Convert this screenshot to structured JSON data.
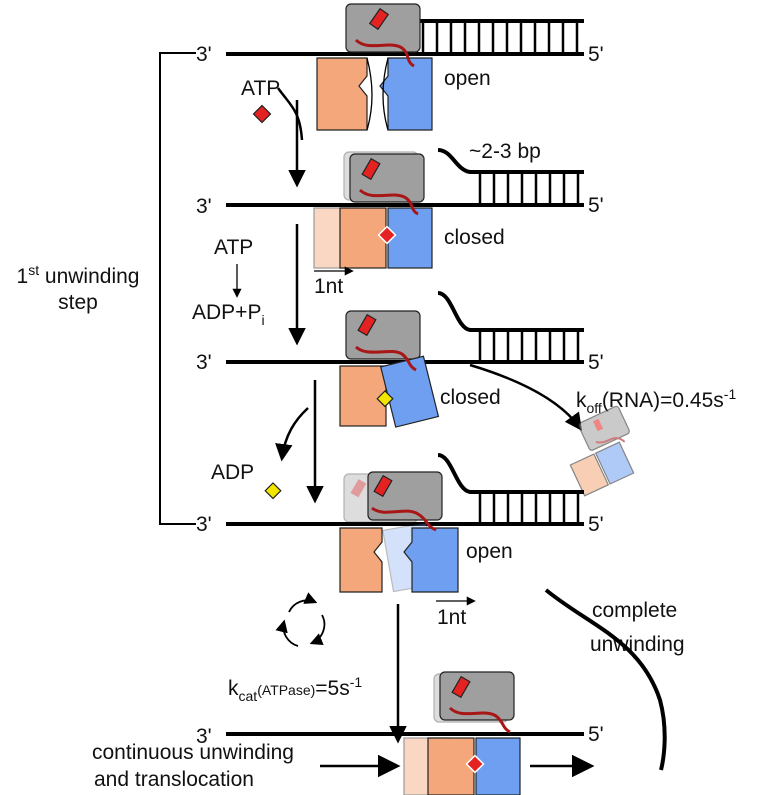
{
  "colors": {
    "orange": "#f4a77a",
    "blue": "#6f9ff0",
    "grey": "#9f9f9f",
    "red": "#e52222",
    "yellow": "#f2e600",
    "dark_red": "#a81616"
  },
  "labels": {
    "three_prime": "3'",
    "five_prime": "5'",
    "open": "open",
    "closed": "closed",
    "atp": "ATP",
    "adp": "ADP",
    "adp_pi": "ADP+P",
    "pi_sub": "i",
    "one_nt": "1nt",
    "bp_range": "~2-3 bp",
    "first_step_sup_num": "1",
    "first_step_sup": "st",
    "first_step_rest": " unwinding",
    "step_word": "step",
    "koff_main": "k",
    "koff_sub": "off",
    "koff_expr": "(RNA)=0.45s",
    "koff_exp": "-1",
    "kcat_main": "k",
    "kcat_sub": "cat",
    "kcat_paren": "(ATPase)",
    "kcat_val": "=5s",
    "kcat_exp": "-1",
    "complete_1": "complete",
    "complete_2": "unwinding",
    "continuous_1": "continuous unwinding",
    "continuous_2": "and translocation"
  }
}
